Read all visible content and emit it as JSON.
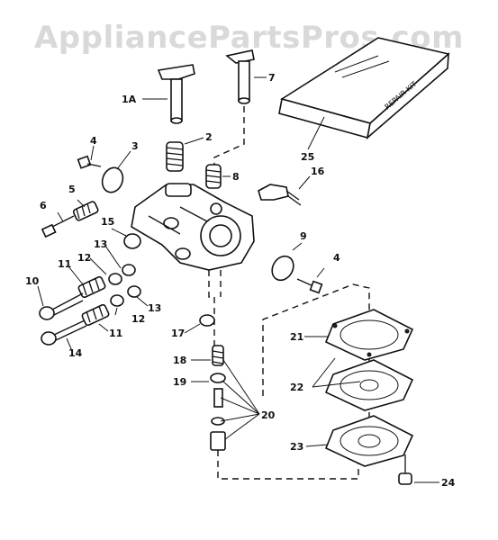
{
  "watermark": "AppliancePartsPros.com",
  "repair_kit_label": "REPAIR KIT",
  "callouts": {
    "c1a": "1A",
    "c2": "2",
    "c3": "3",
    "c4a": "4",
    "c4b": "4",
    "c5": "5",
    "c6": "6",
    "c7": "7",
    "c8": "8",
    "c9": "9",
    "c10": "10",
    "c11a": "11",
    "c11b": "11",
    "c12a": "12",
    "c12b": "12",
    "c13a": "13",
    "c13b": "13",
    "c14": "14",
    "c15": "15",
    "c16": "16",
    "c17": "17",
    "c18": "18",
    "c19": "19",
    "c20": "20",
    "c21": "21",
    "c22": "22",
    "c23": "23",
    "c24": "24",
    "c25": "25"
  }
}
